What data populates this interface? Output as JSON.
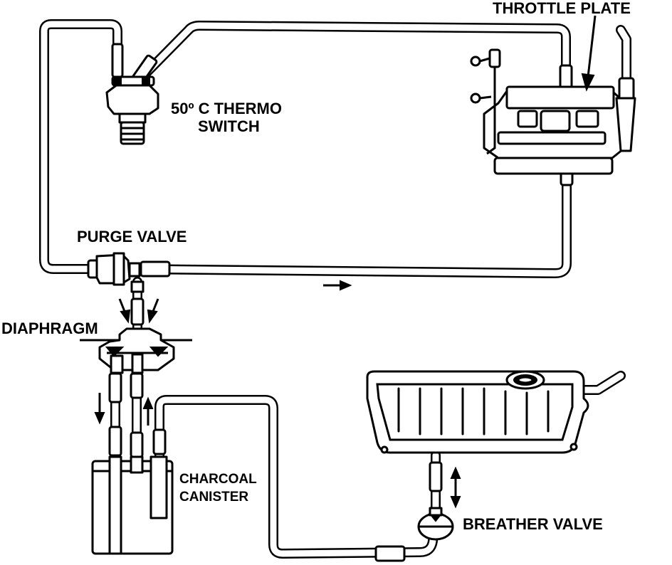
{
  "labels": {
    "throttle_plate": "THROTTLE PLATE",
    "thermo_switch_line1": "50º C THERMO",
    "thermo_switch_line2": "SWITCH",
    "purge_valve": "PURGE VALVE",
    "diaphragm": "DIAPHRAGM",
    "charcoal_canister_line1": "CHARCOAL",
    "charcoal_canister_line2": "CANISTER",
    "breather_valve": "BREATHER VALVE"
  },
  "colors": {
    "ink": "#000000",
    "paper": "#ffffff"
  },
  "icons": {
    "flow_arrows": [
      "flow-right-arrow-icon",
      "down-arrow-icon",
      "up-arrow-icon",
      "updown-arrow-icon"
    ]
  }
}
